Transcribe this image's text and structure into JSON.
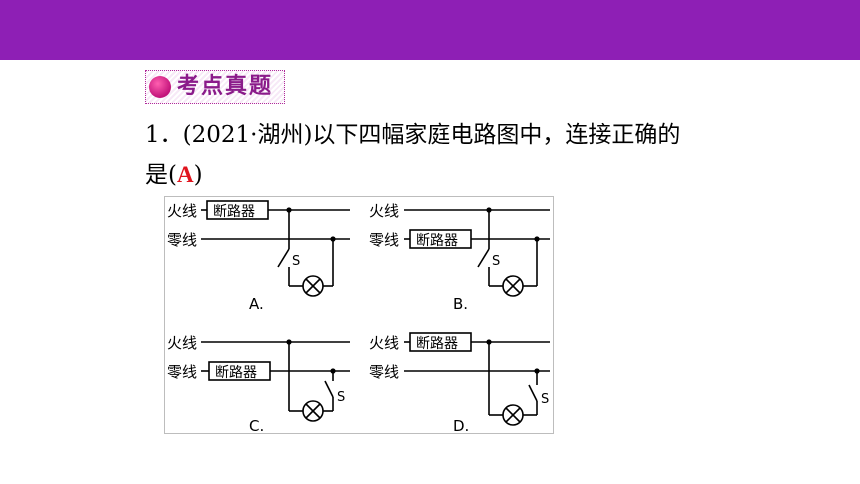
{
  "header": {
    "color": "#8e1fb5"
  },
  "section_badge": {
    "label": "考点真题",
    "accent": "#c2127a"
  },
  "question": {
    "line1": "1．(2021·湖州)以下四幅家庭电路图中，连接正确的",
    "line2_prefix": "是(",
    "answer": "A",
    "line2_suffix": ")"
  },
  "figure": {
    "live_label": "火线",
    "neutral_label": "零线",
    "breaker_label": "断路器",
    "switch_label": "S",
    "option_a": "A.",
    "option_b": "B.",
    "option_c": "C.",
    "option_d": "D."
  }
}
